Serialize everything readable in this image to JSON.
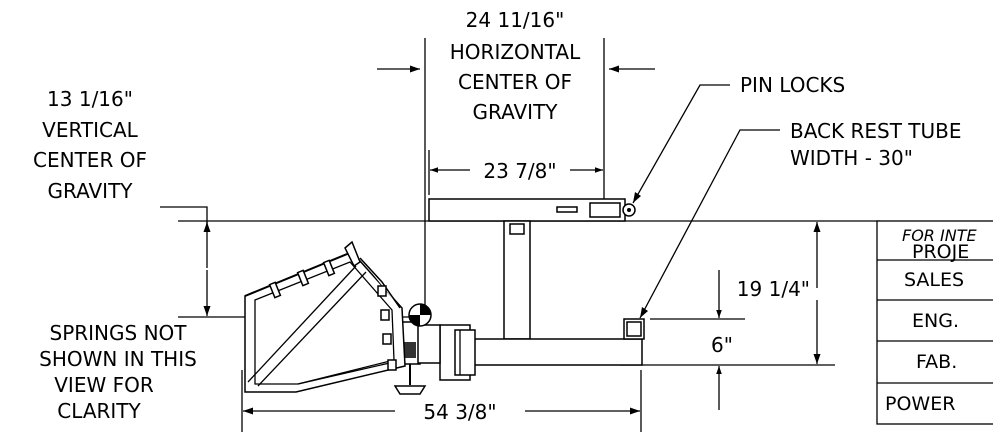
{
  "dimensions": {
    "horizontal_cog_value": "24 11/16\"",
    "horizontal_cog_line1": "HORIZONTAL",
    "horizontal_cog_line2": "CENTER OF",
    "horizontal_cog_line3": "GRAVITY",
    "vertical_cog_value": "13 1/16\"",
    "vertical_cog_line1": "VERTICAL",
    "vertical_cog_line2": "CENTER OF",
    "vertical_cog_line3": "GRAVITY",
    "arm_length": "23 7/8\"",
    "overall_height": "19 1/4\"",
    "tube_height": "6\"",
    "overall_length": "54 3/8\""
  },
  "callouts": {
    "pin_locks": "PIN LOCKS",
    "back_rest_line1": "BACK REST TUBE",
    "back_rest_line2": "WIDTH - 30\""
  },
  "notes": {
    "springs_line1": "SPRINGS NOT",
    "springs_line2": "SHOWN IN THIS",
    "springs_line3": "VIEW FOR",
    "springs_line4": "CLARITY"
  },
  "title_block": {
    "header_line1": "FOR INTE",
    "header_line2": "PROJE",
    "rows": [
      "SALES",
      "ENG.",
      "FAB.",
      "POWER"
    ]
  }
}
